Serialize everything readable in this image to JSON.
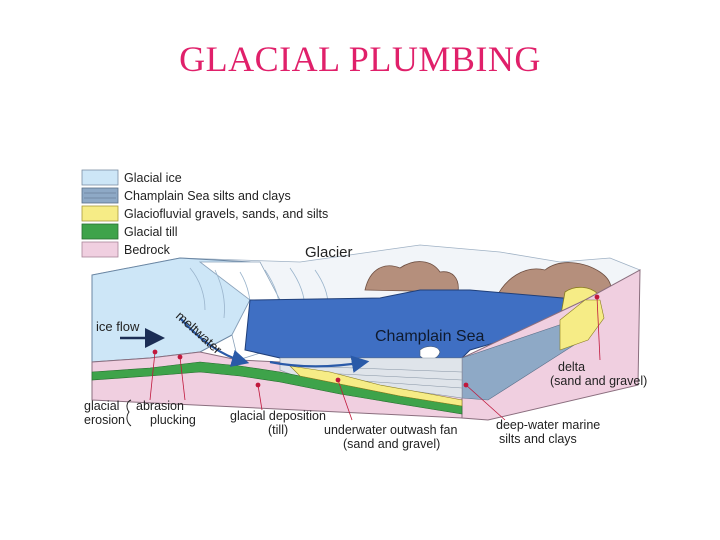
{
  "title": "GLACIAL PLUMBING",
  "legend": [
    {
      "label": "Glacial ice",
      "color": "#cde6f7"
    },
    {
      "label": "Champlain Sea silts and clays",
      "color": "#8ea9c6"
    },
    {
      "label": "Glaciofluvial gravels, sands, and silts",
      "color": "#f6ec86"
    },
    {
      "label": "Glacial till",
      "color": "#3ea34a"
    },
    {
      "label": "Bedrock",
      "color": "#f0cfe0"
    }
  ],
  "labels": {
    "glacier": "Glacier",
    "champlain_sea": "Champlain Sea",
    "ice_flow": "ice flow",
    "meltwater": "meltwater",
    "glacial": "glacial",
    "erosion": "erosion",
    "abrasion": "abrasion",
    "plucking": "plucking",
    "glacial_deposition_line1": "glacial deposition",
    "glacial_deposition_line2": "(till)",
    "outwash_line1": "underwater outwash fan",
    "outwash_line2": "(sand and gravel)",
    "deep_water_line1": "deep-water marine",
    "deep_water_line2": "silts and clays",
    "delta_line1": "delta",
    "delta_line2": "(sand and gravel)"
  },
  "colors": {
    "title": "#e0206a",
    "sea": "#3f6fc3",
    "ice": "#cde6f7",
    "clay": "#8ea9c6",
    "gravel": "#f6ec86",
    "till": "#3ea34a",
    "bedrock": "#f0cfe0",
    "mountain": "#b58f7c",
    "callout_dot": "#c0183c"
  }
}
